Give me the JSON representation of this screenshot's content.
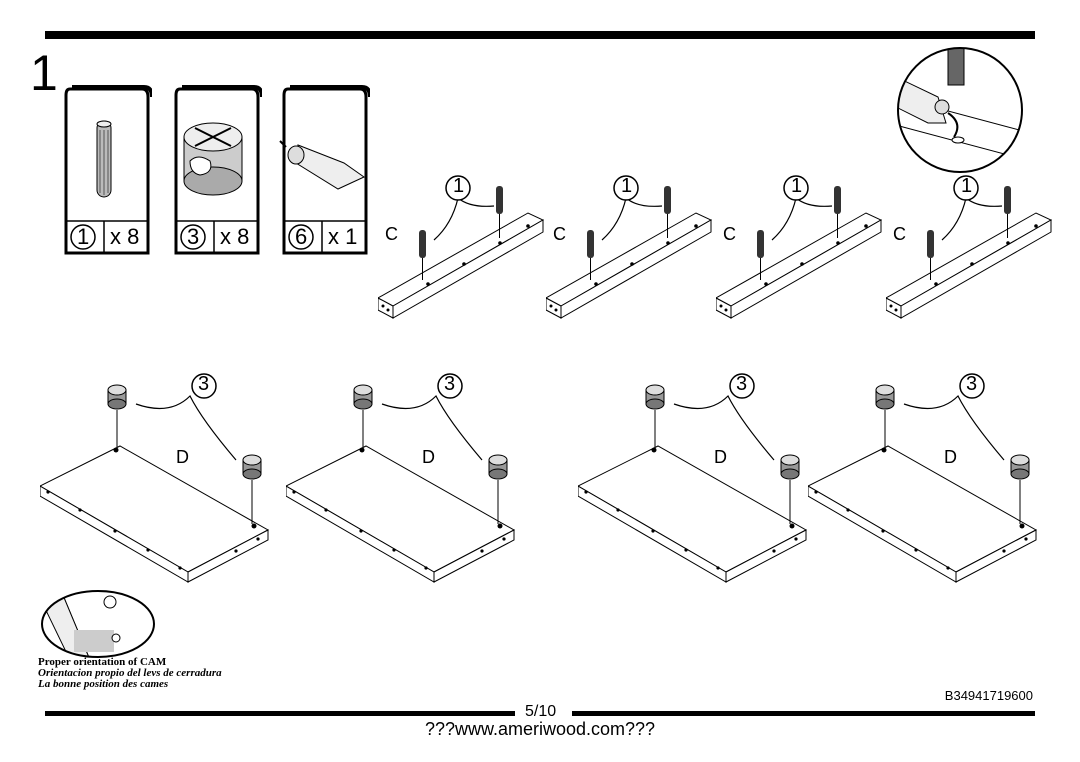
{
  "step_number": "1",
  "hardware": [
    {
      "icon": "wood-dowel-icon",
      "number": "1",
      "qty": "x 8"
    },
    {
      "icon": "cam-lock-icon",
      "number": "3",
      "qty": "x 8"
    },
    {
      "icon": "glue-bottle-icon",
      "number": "6",
      "qty": "x 1"
    }
  ],
  "dowel_callout": "1",
  "cam_callout": "3",
  "part_c_label": "C",
  "part_d_label": "D",
  "cam_note": {
    "en": "Proper orientation of CAM",
    "es": "Orientacion propio del levs de cerradura",
    "fr": "La bonne position des cames"
  },
  "doc_code": "B34941719600",
  "page": "5/10",
  "url": "???www.ameriwood.com???"
}
